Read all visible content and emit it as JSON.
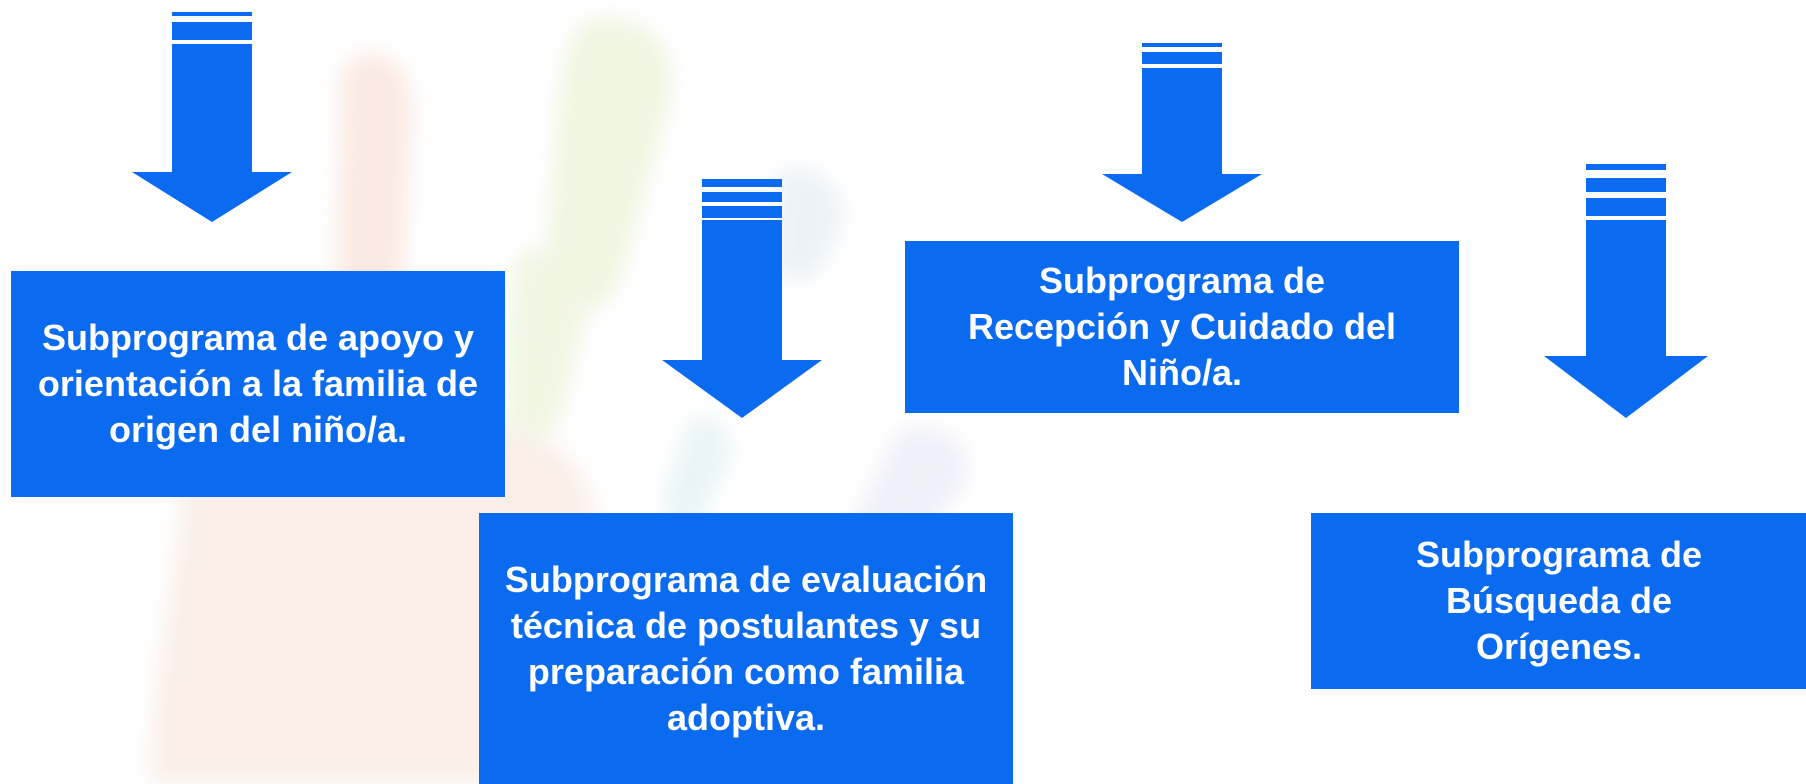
{
  "title": "",
  "boxes": [
    {
      "label": "Subprograma de apoyo y orientación a la familia de origen del niño/a."
    },
    {
      "label": "Subprograma de evaluación técnica de postulantes y su preparación como familia adoptiva."
    },
    {
      "label": "Subprograma de Recepción y Cuidado del Niño/a."
    },
    {
      "label": "Subprograma de Búsqueda de Orígenes."
    }
  ],
  "colors": {
    "box_fill": "#0a6bf0",
    "arrow_fill": "#0a6bf0",
    "box_text": "#ffffff"
  }
}
